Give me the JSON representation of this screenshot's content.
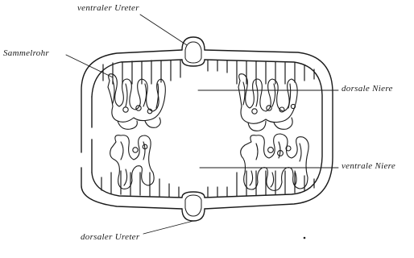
{
  "labels": {
    "ventral_ureter": "ventraler Ureter",
    "sammelrohr": "Sammelrohr",
    "dorsal_kidney": "dorsale Niere",
    "ventral_kidney": "ventrale Niere",
    "dorsal_ureter": "dorsaler Ureter"
  },
  "colors": {
    "ink": "#1a1a1a",
    "background": "#ffffff"
  }
}
